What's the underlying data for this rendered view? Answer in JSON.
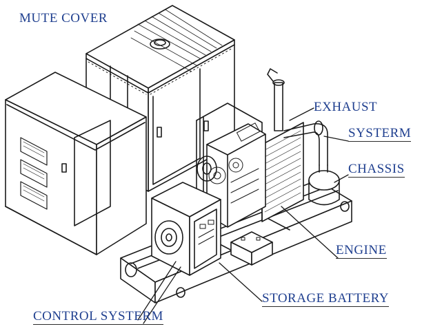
{
  "labels": {
    "mute_cover": "MUTE COVER",
    "exhaust": "EXHAUST",
    "systerm": "SYSTERM",
    "chassis": "CHASSIS",
    "engine": "ENGINE",
    "storage_battery": "STORAGE BATTERY",
    "control_systerm": "CONTROL SYSTERM"
  },
  "colors": {
    "label_text": "#1f3f8f",
    "line_art": "#1a1a1a",
    "background": "#ffffff"
  }
}
